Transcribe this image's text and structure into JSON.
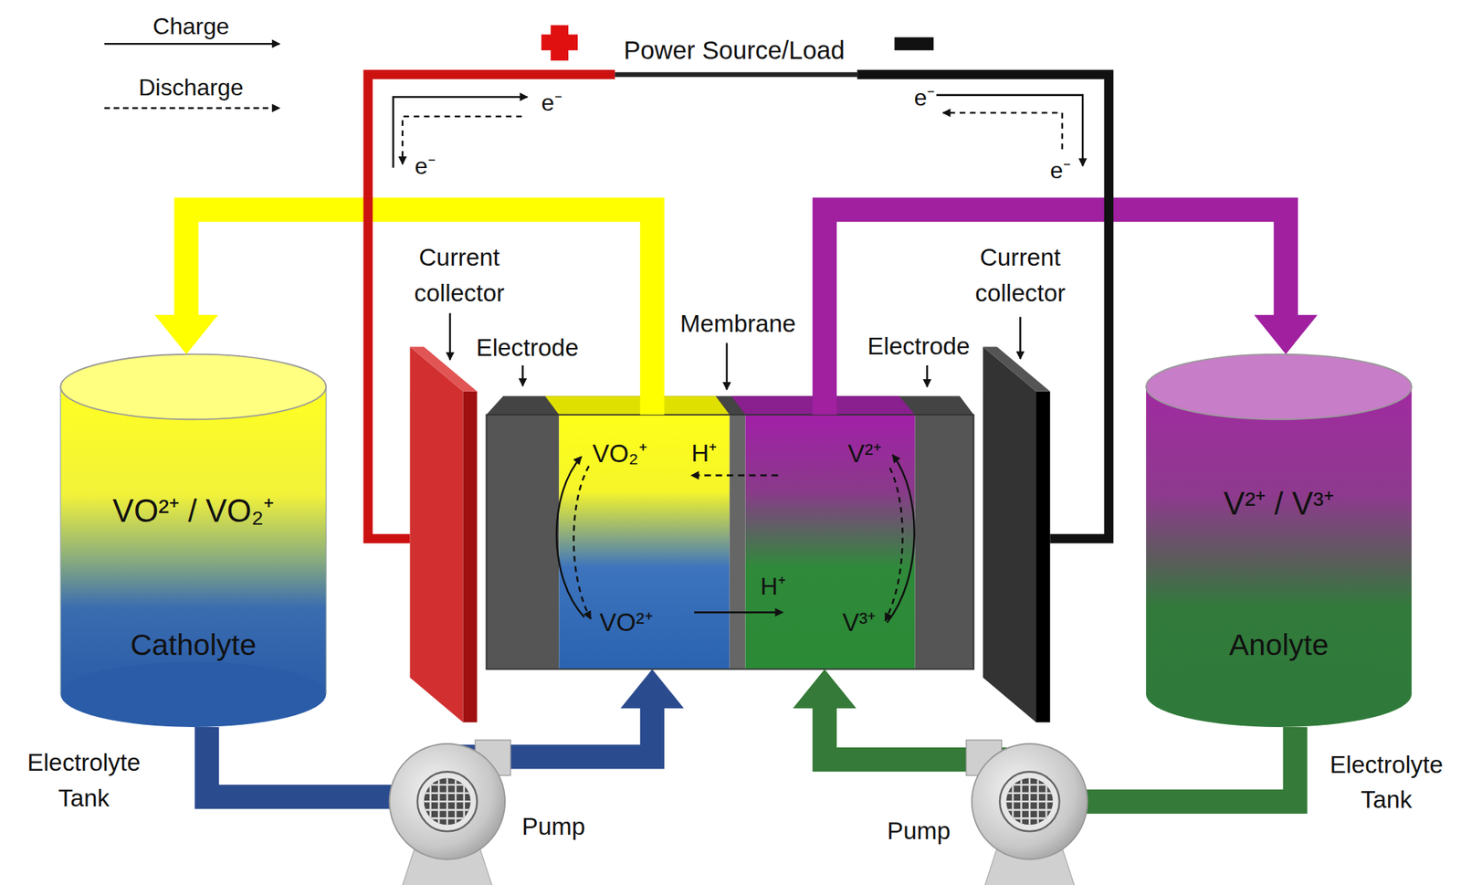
{
  "diagram": {
    "nodes": [
      {
        "text": [
          "VO²⁺ / VO₂⁺",
          "Catholyte"
        ]
      },
      {
        "text": [
          "VO₂⁺",
          "VO²⁺"
        ]
      },
      {
        "text": [
          "V²⁺",
          "V³⁺"
        ]
      },
      {
        "text": [
          "V²⁺ / V³⁺",
          "Anolyte"
        ]
      }
    ],
    "edges": [
      {
        "from": 1,
        "to": 0,
        "arrow": "to"
      },
      {
        "from": 0,
        "to": 1,
        "arrow": "to"
      },
      {
        "from": 2,
        "to": 3,
        "arrow": "to"
      },
      {
        "from": 3,
        "to": 2,
        "arrow": "to"
      }
    ],
    "labels": [
      "Power Source/Load",
      "e⁻",
      "e⁻",
      "e⁻",
      "e⁻",
      "Current collector",
      "Electrode",
      "Membrane",
      "Electrode",
      "Current collector",
      "H⁺",
      "H⁺",
      "Electrolyte Tank",
      "Pump",
      "Pump",
      "Electrolyte Tank"
    ],
    "legend": [
      {
        "text": "Charge"
      },
      {
        "text": "Discharge"
      }
    ]
  }
}
